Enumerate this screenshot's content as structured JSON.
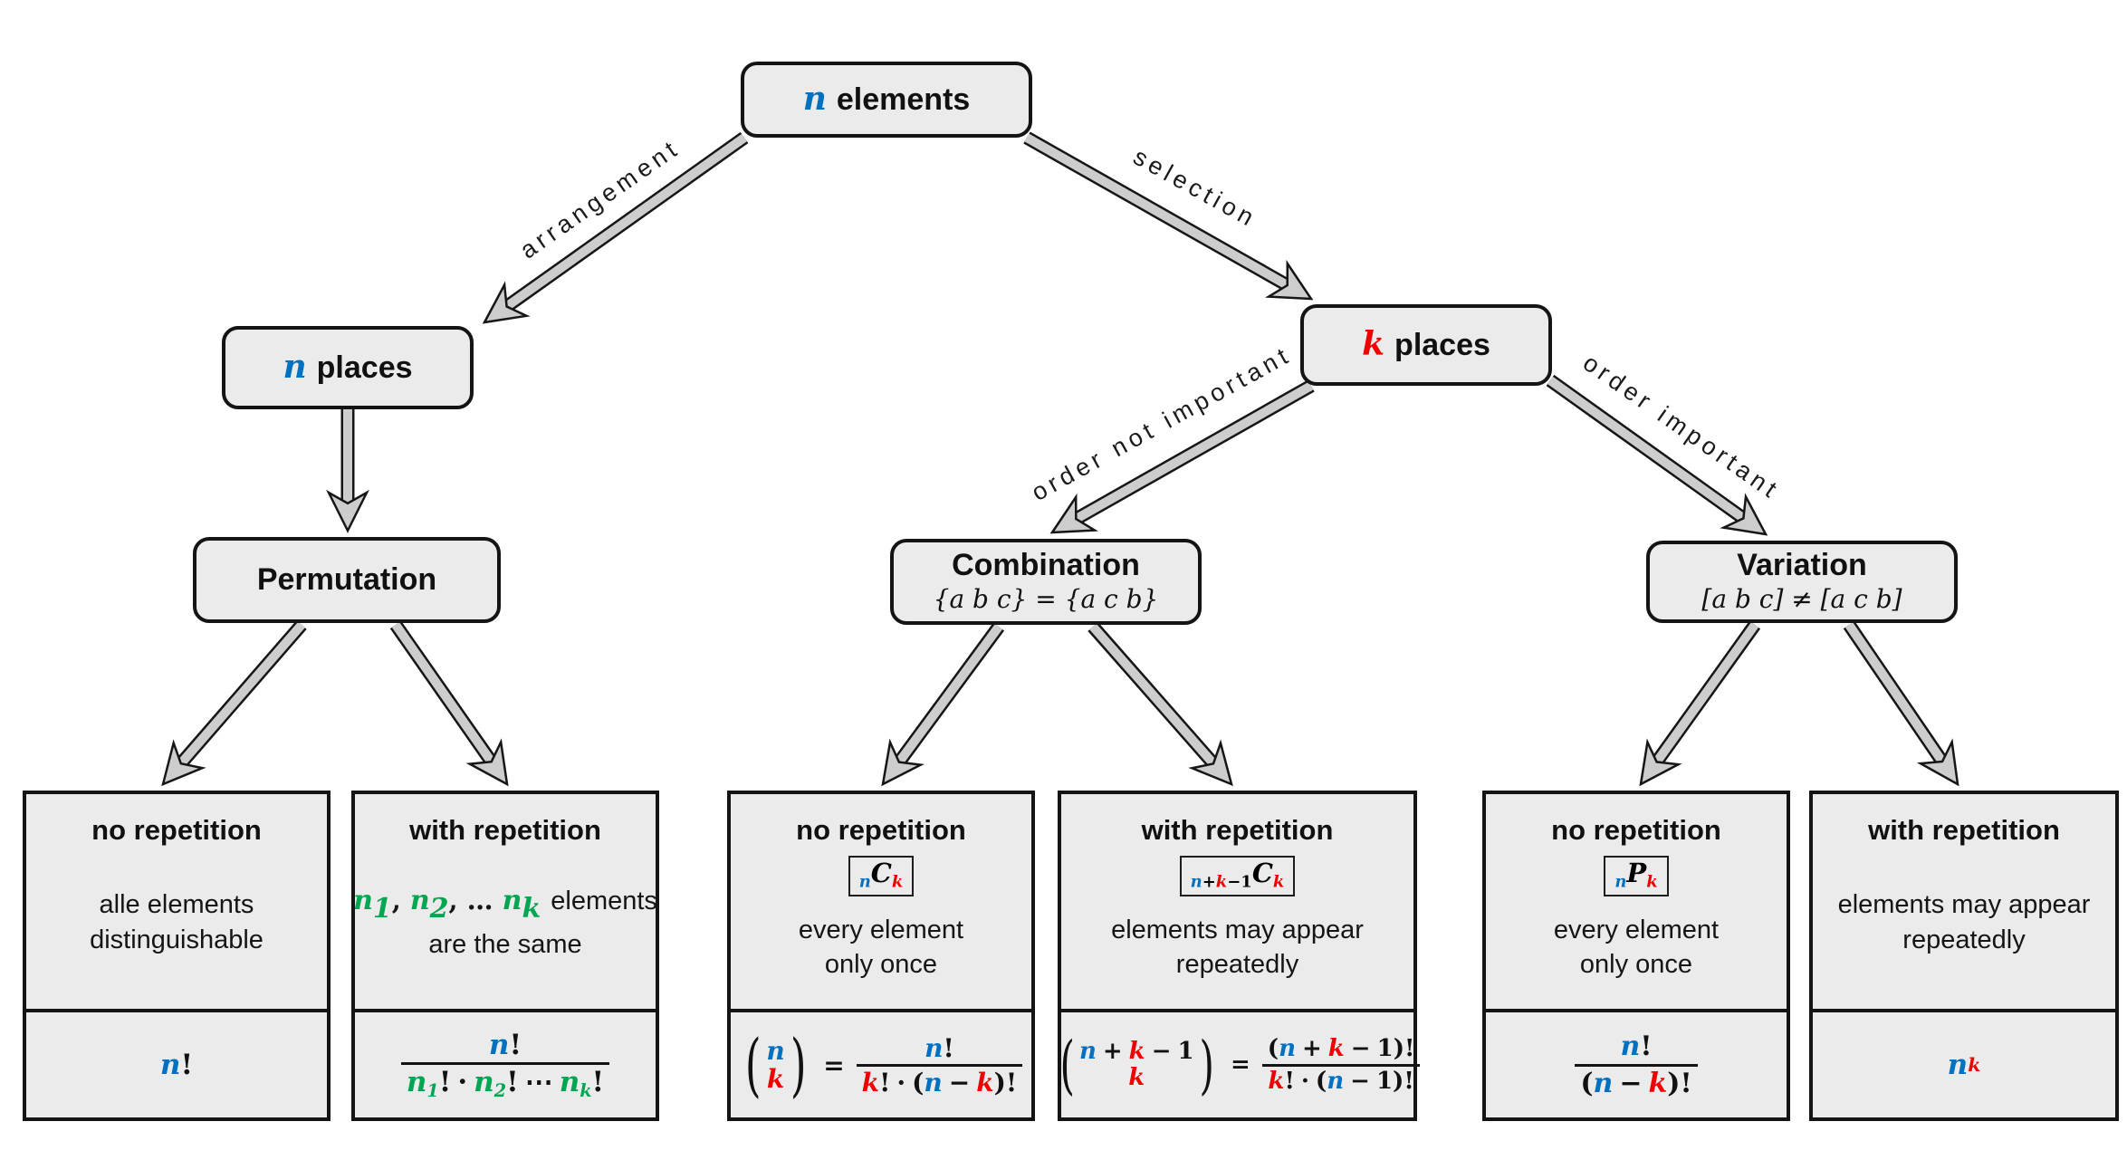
{
  "palette": {
    "box_fill": "#ebebeb",
    "box_border": "#141414",
    "arrow_fill": "#cdcdcd",
    "arrow_edge": "#161616",
    "blue": "#0070C0",
    "red": "#F00000",
    "green": "#00A651",
    "text": "#111111"
  },
  "tok": {
    "n": "n",
    "k": "k",
    "C": "C",
    "P": "P",
    "one": "1",
    "two": "2",
    "plus": "+",
    "minus": "−",
    "excl": "!",
    "cdot": "·",
    "cdots": "⋯",
    "eq": "=",
    "lparen": "(",
    "rparen": ")",
    "comma": ",",
    "hellip": "…"
  },
  "nodes": {
    "root": {
      "var": "n",
      "label": "elements"
    },
    "n_places": {
      "var": "n",
      "label": "places"
    },
    "k_places": {
      "var": "k",
      "label": "places"
    },
    "permutation": {
      "title": "Permutation"
    },
    "combination": {
      "title": "Combination",
      "subtitle": "{a b c} = {a c b}"
    },
    "variation": {
      "title": "Variation",
      "subtitle": "[a b c] ≠ [a c b]"
    }
  },
  "edges": {
    "arrangement": "arrangement",
    "selection": "selection",
    "order_not_important": "order not important",
    "order_important": "order important"
  },
  "cards": {
    "perm_no": {
      "header": "no repetition",
      "body_line1": "alle elements",
      "body_line2": "distinguishable"
    },
    "perm_with": {
      "header": "with repetition",
      "body_suffix": "elements",
      "body_line2": "are the same"
    },
    "comb_no": {
      "header": "no repetition",
      "body_line1": "every element",
      "body_line2": "only once"
    },
    "comb_with": {
      "header": "with repetition",
      "body_line1": "elements may appear",
      "body_line2": "repeatedly"
    },
    "var_no": {
      "header": "no repetition",
      "body_line1": "every element",
      "body_line2": "only once"
    },
    "var_with": {
      "header": "with repetition",
      "body_line1": "elements may appear",
      "body_line2": "repeatedly"
    }
  }
}
